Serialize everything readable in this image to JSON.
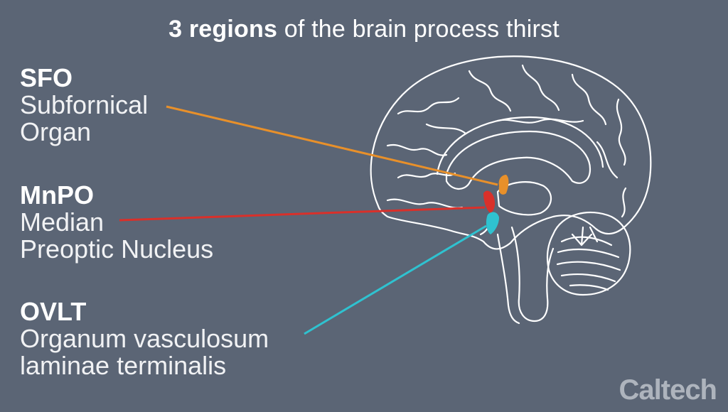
{
  "title": {
    "bold": "3 regions",
    "rest": " of the brain process thirst"
  },
  "regions": [
    {
      "abbr": "SFO",
      "name_line1": "Subfornical",
      "name_line2": "Organ",
      "color": "#e8902a"
    },
    {
      "abbr": "MnPO",
      "name_line1": "Median",
      "name_line2": "Preoptic Nucleus",
      "color": "#d9302a"
    },
    {
      "abbr": "OVLT",
      "name_line1": "Organum vasculosum",
      "name_line2": "laminae terminalis",
      "color": "#2fc2d0"
    }
  ],
  "logo": "Caltech",
  "colors": {
    "background": "#5b6575",
    "outline": "#ffffff"
  }
}
